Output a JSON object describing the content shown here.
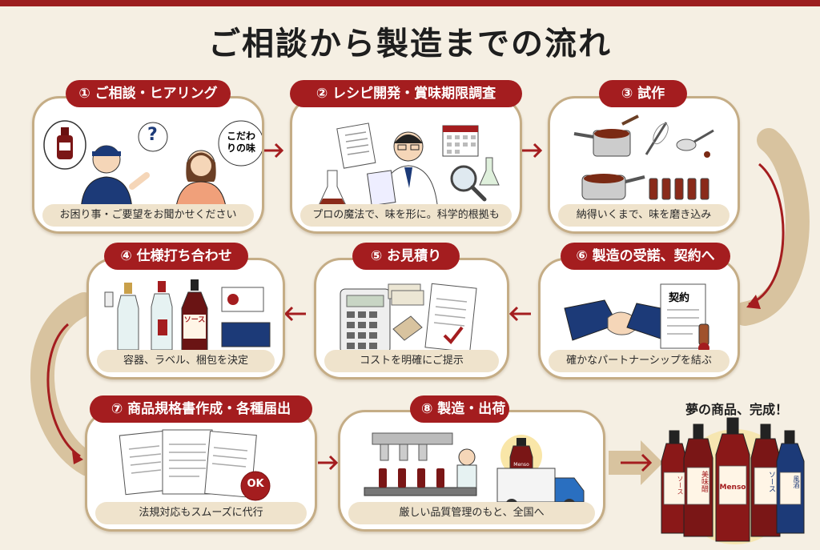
{
  "title": "ご相談から製造までの流れ",
  "steps": [
    {
      "label": "① ご相談・ヒアリング",
      "caption": "お困り事・ご要望をお聞かせください",
      "bubble": [
        "こだわ",
        "りの味"
      ],
      "question": "?"
    },
    {
      "label": "② レシピ開発・賞味期限調査",
      "caption": "プロの魔法で、味を形に。科学的根拠も"
    },
    {
      "label": "③ 試作",
      "caption": "納得いくまで、味を磨き込み"
    },
    {
      "label": "④ 仕様打ち合わせ",
      "caption": "容器、ラベル、梱包を決定",
      "label_text": "ソース"
    },
    {
      "label": "⑤ お見積り",
      "caption": "コストを明確にご提示"
    },
    {
      "label": "⑥ 製造の受諾、契約へ",
      "caption": "確かなパートナーシップを結ぶ",
      "doc_text": "契約"
    },
    {
      "label": "⑦ 商品規格書作成・各種届出",
      "caption": "法規対応もスムーズに代行",
      "stamp": "OK"
    },
    {
      "label": "⑧ 製造・出荷",
      "caption": "厳しい品質管理のもと、全国へ",
      "truck_logo": "Menso"
    }
  ],
  "goal": {
    "title": "夢の商品、完成！",
    "bottles": [
      "ソース",
      "美味醋",
      "Menso",
      "ソース",
      "風酒"
    ]
  },
  "colors": {
    "accent": "#a41d1f",
    "border": "#c5ad86",
    "arrow": "#c9ab80",
    "background": "#f5efe3"
  }
}
